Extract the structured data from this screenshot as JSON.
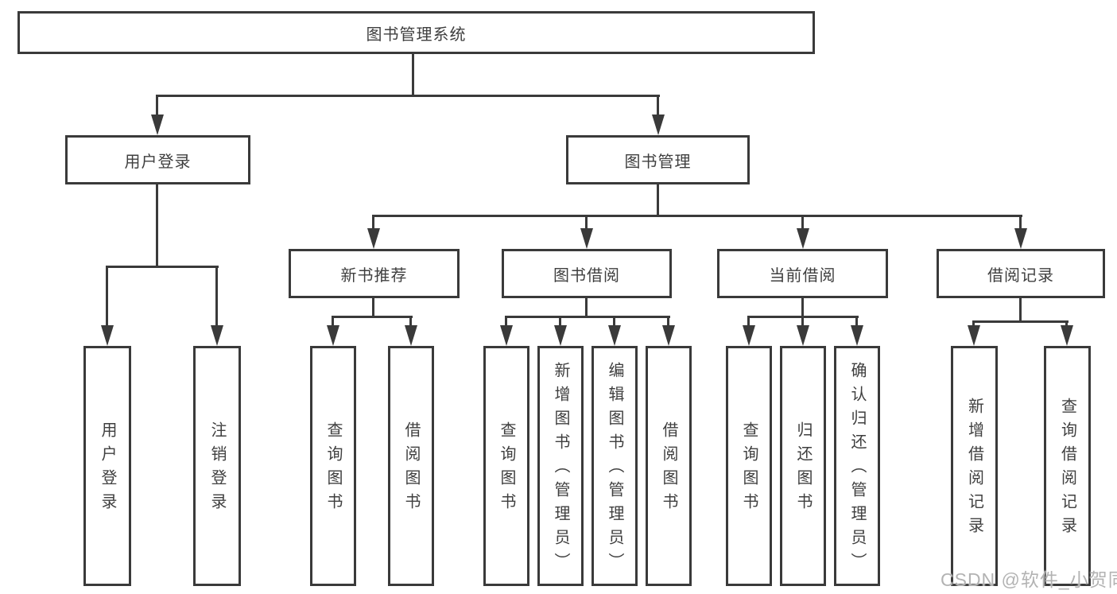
{
  "diagram": {
    "root": {
      "label": "图书管理系统",
      "children": [
        {
          "label": "用户登录",
          "children": [
            {
              "label": "用户登录"
            },
            {
              "label": "注销登录"
            }
          ]
        },
        {
          "label": "图书管理",
          "children": [
            {
              "label": "新书推荐",
              "children": [
                {
                  "label": "查询图书"
                },
                {
                  "label": "借阅图书"
                }
              ]
            },
            {
              "label": "图书借阅",
              "children": [
                {
                  "label": "查询图书"
                },
                {
                  "label": "新增图书（管理员）"
                },
                {
                  "label": "编辑图书（管理员）"
                },
                {
                  "label": "借阅图书"
                }
              ]
            },
            {
              "label": "当前借阅",
              "children": [
                {
                  "label": "查询图书"
                },
                {
                  "label": "归还图书"
                },
                {
                  "label": "确认归还（管理员）"
                }
              ]
            },
            {
              "label": "借阅记录",
              "children": [
                {
                  "label": "新增借阅记录"
                },
                {
                  "label": "查询借阅记录"
                }
              ]
            }
          ]
        }
      ]
    }
  },
  "watermark": {
    "text": "CSDN @软件_小贺同学"
  },
  "colors": {
    "line": "#3a3a3a",
    "text": "#3f3f3f",
    "watermark": "#b3b3b3",
    "background": "#ffffff"
  }
}
